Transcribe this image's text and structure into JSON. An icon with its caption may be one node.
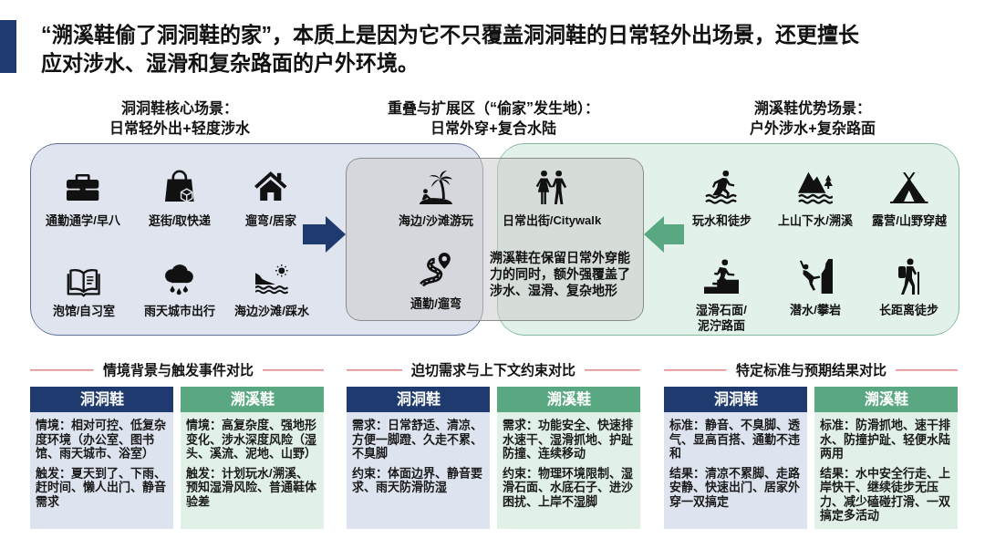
{
  "diagram": {
    "title": "“溯溪鞋偷了洞洞鞋的家”，本质上是因为它不只覆盖洞洞鞋的日常轻外出场景，还更擅长应对涉水、湿滑和复杂路面的户外环境。",
    "nodes": [
      {
        "text": [
          "洞洞鞋核心场景：",
          "日常轻外出+轻度涉水",
          "通勤通学/早八",
          "逛街/取快递",
          "遛弯/居家",
          "泡馆/自习室",
          "雨天城市出行",
          "海边沙滩/踩水"
        ]
      },
      {
        "text": [
          "重叠与扩展区（“偷家”发生地）：",
          "日常外穿+复合水陆",
          "海边/沙滩游玩",
          "日常出街/Citywalk",
          "通勤/遛弯",
          "溯溪鞋在保留日常外穿能力的同时，额外强覆盖了涉水、湿滑、复杂地形"
        ]
      },
      {
        "text": [
          "溯溪鞋优势场景：",
          "户外涉水+复杂路面",
          "玩水和徒步",
          "上山下水/溯溪",
          "露营/山野穿越",
          "湿滑石面/泥泞路面",
          "潜水/攀岩",
          "长距离徒步"
        ]
      },
      {
        "text": [
          "洞洞鞋",
          "情境：相对可控、低复杂度环境（办公室、图书馆、雨天城市、浴室）",
          "触发：夏天到了、下雨、赶时间、懒人出门、静音需求"
        ]
      },
      {
        "text": [
          "溯溪鞋",
          "情境：高复杂度、强地形变化、涉水深度风险（湿头、溪流、泥地、山野）",
          "触发：计划玩水/溯溪、预知湿滑风险、普通鞋体验差"
        ]
      },
      {
        "text": [
          "洞洞鞋",
          "需求：日常舒适、清凉、方便一脚蹬、久走不累、不臭脚",
          "约束：体面边界、静音要求、雨天防滑防湿"
        ]
      },
      {
        "text": [
          "溯溪鞋",
          "需求：功能安全、快速排水速干、湿滑抓地、护趾防撞、连续移动",
          "约束：物理环境限制、湿滑石面、水底石子、进沙困扰、上岸不湿脚"
        ]
      },
      {
        "text": [
          "洞洞鞋",
          "标准：静音、不臭脚、透气、显高百搭、通勤不违和",
          "结果：清凉不累脚、走路安静、快速出门、居家外穿一双搞定"
        ]
      },
      {
        "text": [
          "溯溪鞋",
          "标准：防滑抓地、速干排水、防撞护趾、轻便水陆两用",
          "结果：水中安全行走、上岸快干、继续徒步无压力、减少磕碰打滑、一双搞定多活动"
        ]
      }
    ],
    "edges": [
      {
        "from": 0,
        "to": 1,
        "arrow": "to",
        "color": "#1f3a6e"
      },
      {
        "from": 2,
        "to": 1,
        "arrow": "to",
        "color": "#5aa882"
      }
    ],
    "labels": [
      "情境背景与触发事件对比",
      "迫切需求与上下文约束对比",
      "特定标准与预期结果对比"
    ]
  }
}
